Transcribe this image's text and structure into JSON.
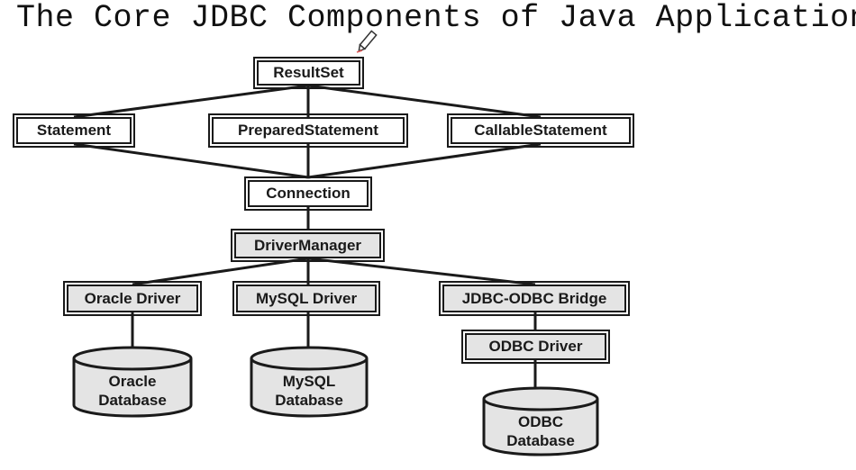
{
  "title": "The Core JDBC Components of Java Application",
  "nodes": {
    "resultset": "ResultSet",
    "statement": "Statement",
    "prepared": "PreparedStatement",
    "callable": "CallableStatement",
    "connection": "Connection",
    "drivermanager": "DriverManager",
    "oracle_driver": "Oracle Driver",
    "mysql_driver": "MySQL Driver",
    "bridge": "JDBC-ODBC Bridge",
    "odbc_driver": "ODBC Driver"
  },
  "databases": {
    "oracle": {
      "line1": "Oracle",
      "line2": "Database"
    },
    "mysql": {
      "line1": "MySQL",
      "line2": "Database"
    },
    "odbc": {
      "line1": "ODBC",
      "line2": "Database"
    }
  },
  "icons": {
    "cursor": "pencil-cursor-icon"
  },
  "colors": {
    "box_white": "#ffffff",
    "box_gray": "#e4e4e4",
    "ink": "#1a1a1a"
  }
}
